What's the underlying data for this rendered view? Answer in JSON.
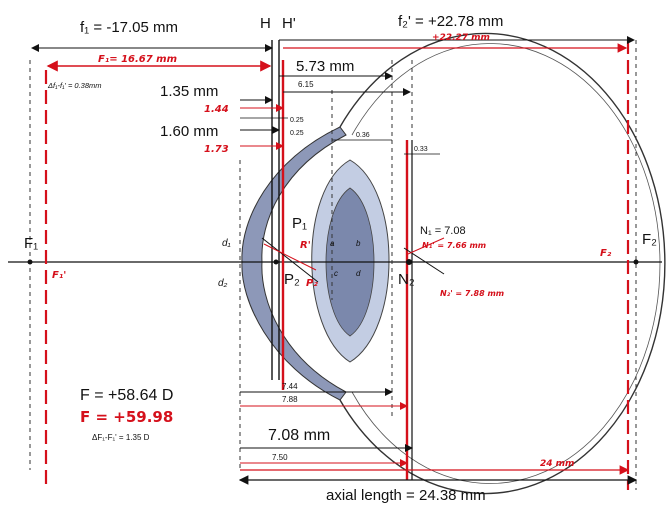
{
  "colors": {
    "black": "#111111",
    "red": "#d5101b",
    "cornea": "#8d98b8",
    "lens_outer": "#c3cde3",
    "lens_inner": "#7b88ac"
  },
  "labels": {
    "f1": "f₁ = -17.05 mm",
    "f1_red": "F₁= 16.67 mm",
    "delta_f1": "Δf₁-f₁' = 0.38mm",
    "H": "H",
    "H_prime": "H'",
    "f2": "f₂' = +22.78 mm",
    "f2_red": "+22.27 mm",
    "d_573": "5.73 mm",
    "d_615": "6.15",
    "d_135": "1.35 mm",
    "d_144": "1.44",
    "d_160": "1.60 mm",
    "d_173": "1.73",
    "d_025": "0.25",
    "d_025b": "0.25",
    "d_036": "0.36",
    "d_033": "0.33",
    "F1": "F₁",
    "F1_red": "F₁'",
    "F2": "F₂",
    "F2_red": "F₂",
    "P1": "P₁",
    "P2": "P₂",
    "R": "R'",
    "P2_red": "P₂",
    "N1": "N₁ = 7.08",
    "N1_red": "N₁' = 7.66 mm",
    "N2": "N₂",
    "N2_red": "N₂' = 7.88 mm",
    "d1": "d₁",
    "d2": "d₂",
    "lens_a": "a",
    "lens_b": "b",
    "lens_c": "c",
    "lens_d": "d",
    "power": "F = +58.64 D",
    "power_red": "F = +59.98",
    "delta_power": "ΔF₁-F₁' = 1.35 D",
    "d_744": "7.44",
    "d_788": "7.88",
    "d_708": "7.08 mm",
    "d_750": "7.50",
    "d_24": "24 mm",
    "axial": "axial length = 24.38 mm"
  }
}
